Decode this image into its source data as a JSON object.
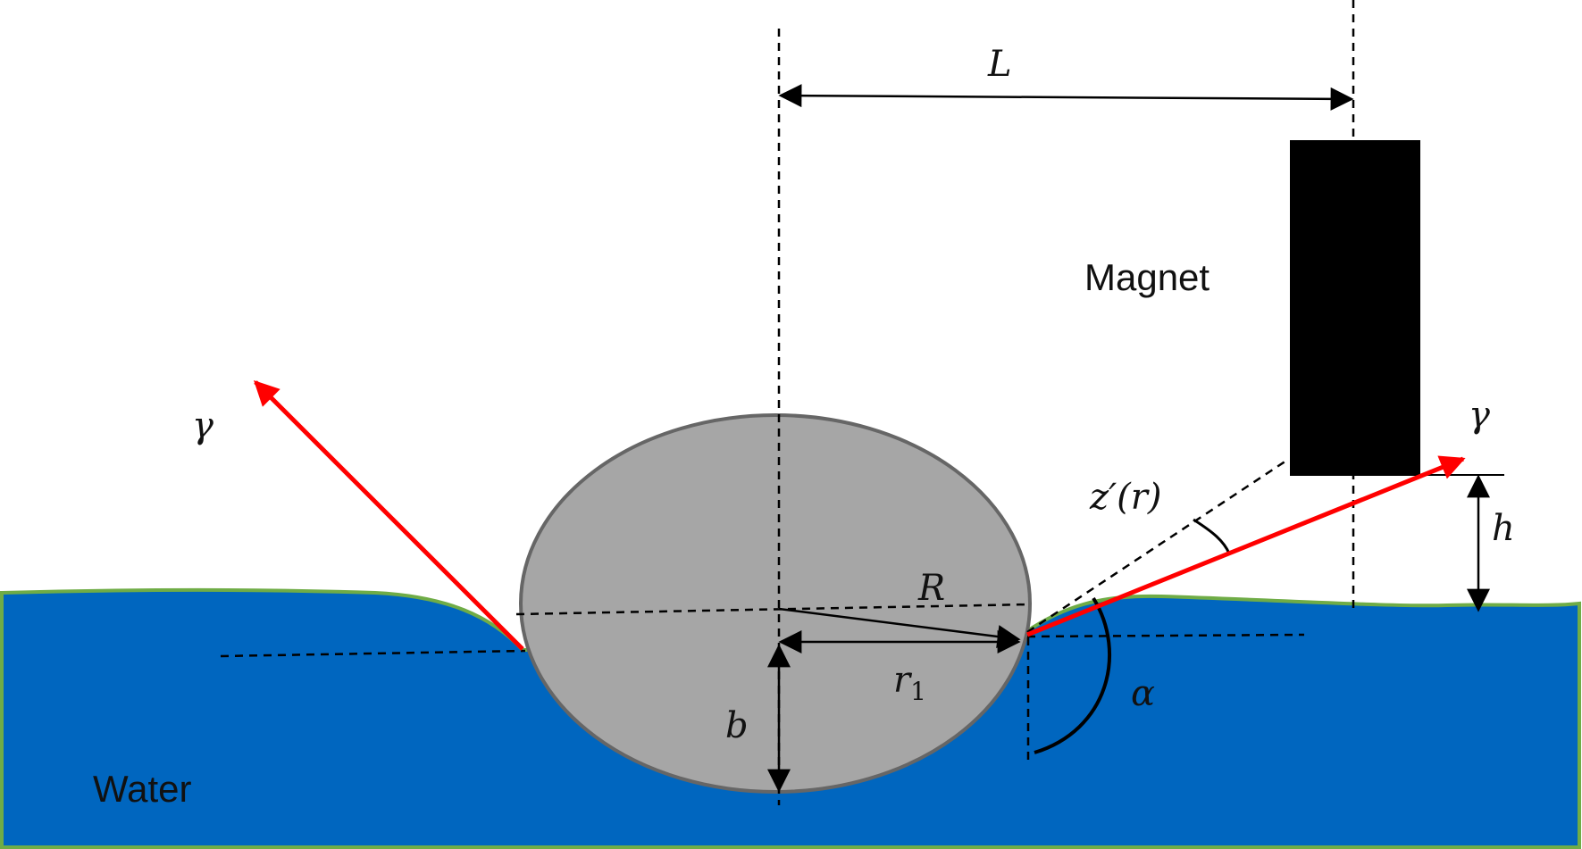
{
  "labels": {
    "magnet": "Magnet",
    "water": "Water",
    "distance": "L",
    "tension_left": "γ",
    "tension_right": "γ",
    "radius": "R",
    "contact_radius": "r",
    "contact_radius_sub": "1",
    "depth": "b",
    "height": "h",
    "slope": "z′(r)",
    "angle": "α"
  },
  "colors": {
    "water_fill": "#0066bf",
    "water_outline": "#6fac46",
    "particle_fill": "#a6a6a6",
    "particle_outline": "#666666",
    "force_arrow": "#ff0000",
    "magnet_fill": "#000000",
    "line": "#000000"
  }
}
